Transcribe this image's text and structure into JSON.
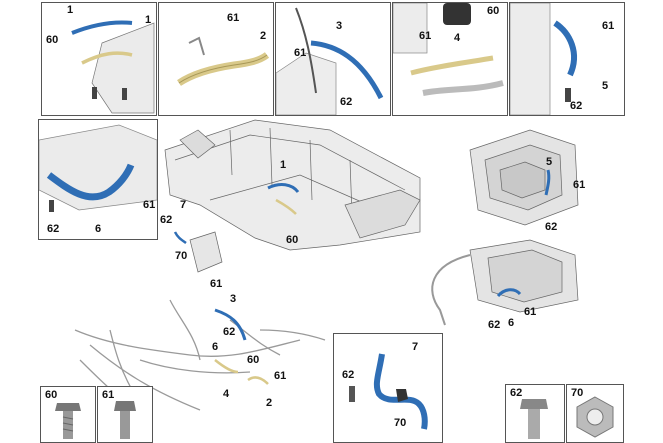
{
  "diagram": {
    "colors": {
      "cable_blue": "#2f6eb5",
      "cable_gold": "#d9c98a",
      "chassis_grey": "#e6e6e6",
      "line_dark": "#333333",
      "panel_border": "#555555"
    },
    "callouts": {
      "p1": {
        "n1a": "1",
        "n1b": "1",
        "n60": "60"
      },
      "p2": {
        "n61": "61",
        "n2": "2"
      },
      "p3": {
        "n3": "3",
        "n61": "61",
        "n62": "62"
      },
      "p4": {
        "n60": "60",
        "n61": "61",
        "n4": "4"
      },
      "p5": {
        "n61": "61",
        "n5": "5",
        "n62": "62"
      },
      "p6": {
        "n61": "61",
        "n62": "62",
        "n6": "6"
      },
      "main": {
        "n1": "1",
        "n60": "60",
        "n7": "7",
        "n62a": "62",
        "n70": "70",
        "n5": "5",
        "n61a": "61",
        "n62b": "62",
        "n61b": "61",
        "n62c": "62",
        "n6": "6",
        "n61c": "61",
        "n3": "3",
        "n62d": "62",
        "n6b": "6",
        "n60b": "60",
        "n4": "4",
        "n61d": "61",
        "n2": "2"
      },
      "p7": {
        "n7": "7",
        "n62": "62",
        "n70": "70"
      }
    },
    "thumbs": [
      {
        "label": "60",
        "icon": "bolt-icon"
      },
      {
        "label": "61",
        "icon": "bolt-icon"
      },
      {
        "label": "62",
        "icon": "bolt-icon"
      },
      {
        "label": "70",
        "icon": "nut-icon"
      }
    ]
  }
}
